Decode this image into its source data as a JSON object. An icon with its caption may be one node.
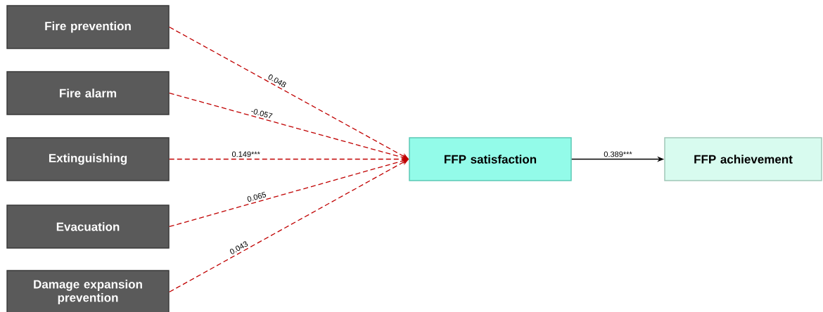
{
  "diagram": {
    "nodes": [
      {
        "text": [
          "Fire prevention"
        ]
      },
      {
        "text": [
          "Fire alarm"
        ]
      },
      {
        "text": [
          "Extinguishing"
        ]
      },
      {
        "text": [
          "Evacuation"
        ]
      },
      {
        "text": [
          "Damage expansion prevention"
        ]
      },
      {
        "text": [
          "FFP satisfaction"
        ]
      },
      {
        "text": [
          "FFP achievement"
        ]
      }
    ],
    "edges": [
      {
        "from": 0,
        "to": 5,
        "arrow": "to",
        "label": "0.048",
        "style": "dashed",
        "color": "#c00000"
      },
      {
        "from": 1,
        "to": 5,
        "arrow": "to",
        "label": "-0.057",
        "style": "dashed",
        "color": "#c00000"
      },
      {
        "from": 2,
        "to": 5,
        "arrow": "to",
        "label": "0.149***",
        "style": "dashed",
        "color": "#c00000"
      },
      {
        "from": 3,
        "to": 5,
        "arrow": "to",
        "label": "0.065",
        "style": "dashed",
        "color": "#c00000"
      },
      {
        "from": 4,
        "to": 5,
        "arrow": "to",
        "label": "0.043",
        "style": "dashed",
        "color": "#c00000"
      },
      {
        "from": 5,
        "to": 6,
        "arrow": "to",
        "label": "0.389***",
        "color": "#000000"
      }
    ]
  }
}
